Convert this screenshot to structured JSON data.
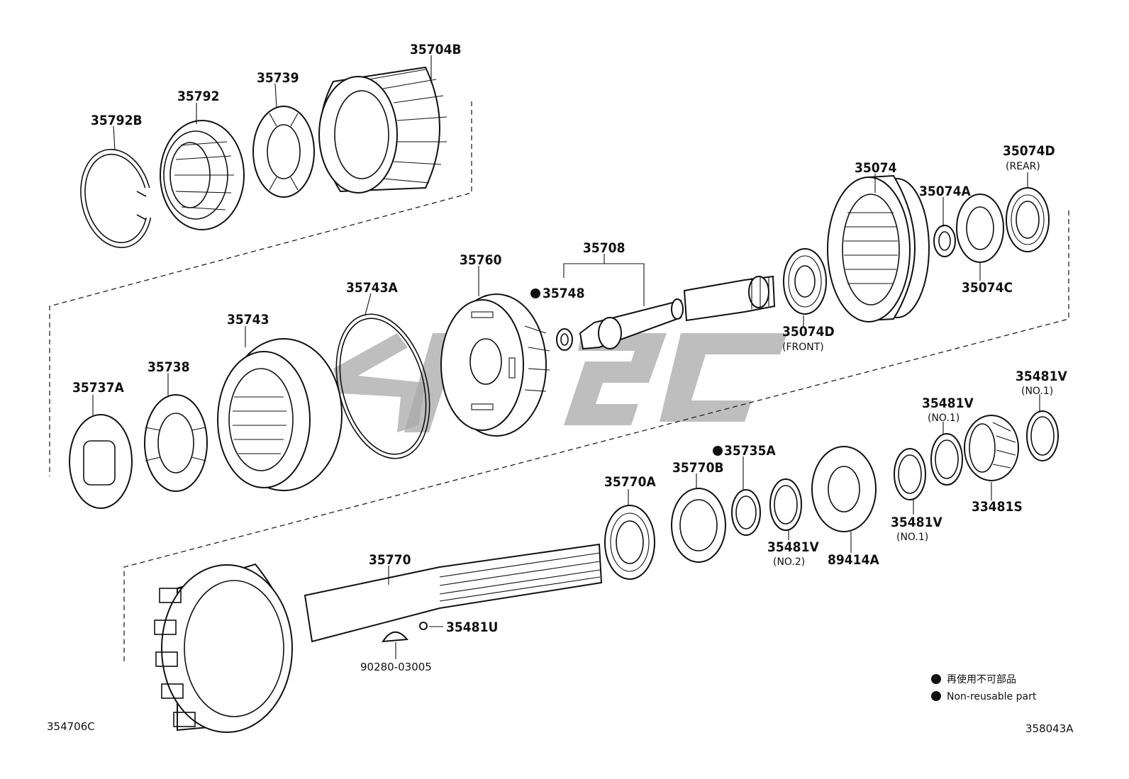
{
  "parts": [
    {
      "id": "35704B",
      "label": "35704B"
    },
    {
      "id": "35739",
      "label": "35739"
    },
    {
      "id": "35792",
      "label": "35792"
    },
    {
      "id": "35792B",
      "label": "35792B"
    },
    {
      "id": "35074D-rear",
      "label": "35074D",
      "sub": "(REAR)"
    },
    {
      "id": "35074",
      "label": "35074"
    },
    {
      "id": "35074A",
      "label": "35074A"
    },
    {
      "id": "35074C",
      "label": "35074C"
    },
    {
      "id": "35708",
      "label": "35708"
    },
    {
      "id": "35760",
      "label": "35760"
    },
    {
      "id": "35748",
      "label": "35748",
      "non_reusable": true
    },
    {
      "id": "35743A",
      "label": "35743A"
    },
    {
      "id": "35743",
      "label": "35743"
    },
    {
      "id": "35738",
      "label": "35738"
    },
    {
      "id": "35737A",
      "label": "35737A"
    },
    {
      "id": "35074D-front",
      "label": "35074D",
      "sub": "(FRONT)"
    },
    {
      "id": "35481V-a",
      "label": "35481V",
      "sub": "(NO.1)"
    },
    {
      "id": "35481V-b",
      "label": "35481V",
      "sub": "(NO.1)"
    },
    {
      "id": "35481V-c",
      "label": "35481V",
      "sub": "(NO.1)"
    },
    {
      "id": "35481V-d",
      "label": "35481V",
      "sub": "(NO.2)"
    },
    {
      "id": "33481S",
      "label": "33481S"
    },
    {
      "id": "35735A",
      "label": "35735A",
      "non_reusable": true
    },
    {
      "id": "35770B",
      "label": "35770B"
    },
    {
      "id": "35770A",
      "label": "35770A"
    },
    {
      "id": "89414A",
      "label": "89414A"
    },
    {
      "id": "35770",
      "label": "35770"
    },
    {
      "id": "35481U",
      "label": "35481U"
    },
    {
      "id": "90280-03005",
      "label": "90280-03005"
    }
  ],
  "legend": {
    "line_jp": "再使用不可部品",
    "line_en": "Non-reusable part"
  },
  "ref_left": "354706C",
  "ref_right": "358043A"
}
